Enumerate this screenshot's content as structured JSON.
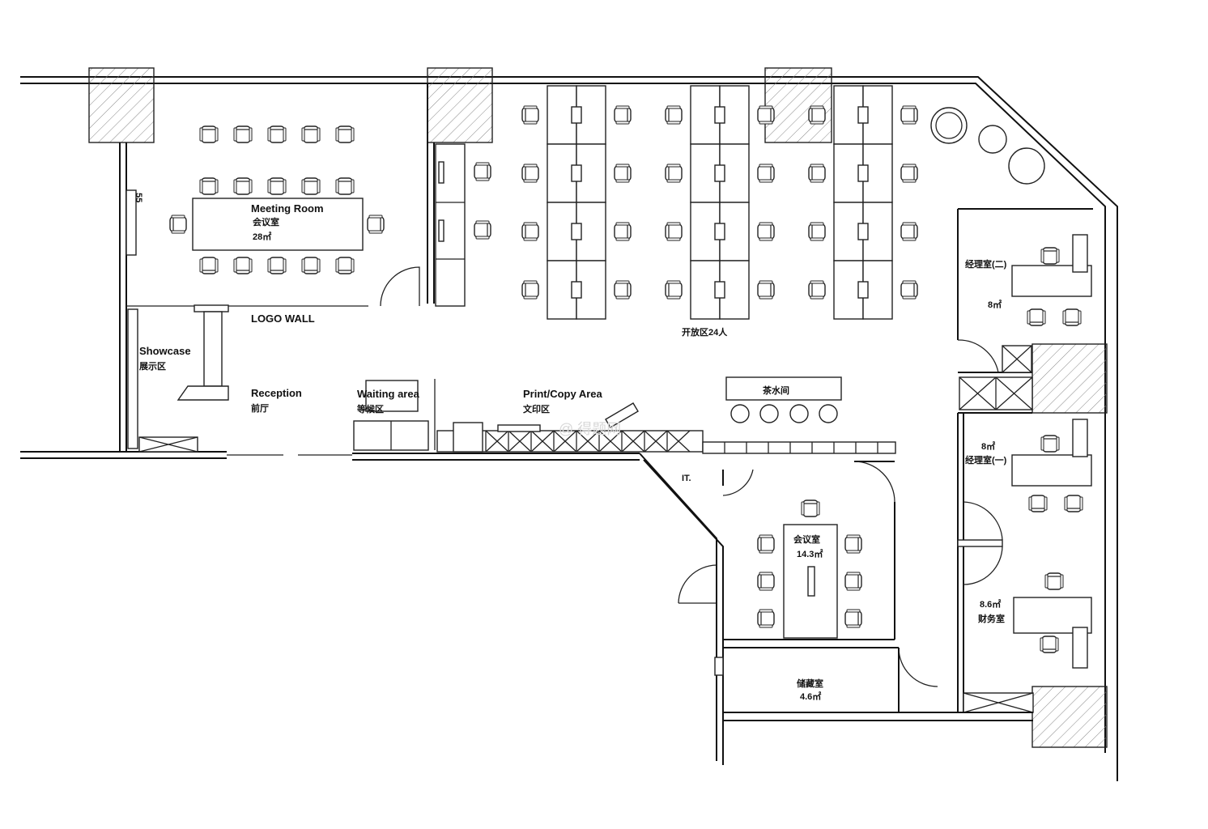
{
  "labels": {
    "meeting_room_en": "Meeting Room",
    "meeting_room_cn": "会议室",
    "meeting_room_area": "28㎡",
    "dim_55": "55",
    "logo_wall": "LOGO WALL",
    "showcase_en": "Showcase",
    "showcase_cn": "展示区",
    "reception_en": "Reception",
    "reception_cn": "前厅",
    "waiting_en": "Waiting area",
    "waiting_cn": "等候区",
    "print_en": "Print/Copy Area",
    "print_cn": "文印区",
    "open_area": "开放区24人",
    "pantry": "茶水间",
    "it_room": "IT.",
    "mgr2_name": "经理室(二)",
    "mgr2_area": "8㎡",
    "mgr1_area": "8㎡",
    "mgr1_name": "经理室(一)",
    "small_meeting_name": "会议室",
    "small_meeting_area": "14.3㎡",
    "finance_area": "8.6㎡",
    "finance_name": "财务室",
    "storage_name": "储藏室",
    "storage_area": "4.6㎡",
    "watermark": "@ 得题网"
  }
}
